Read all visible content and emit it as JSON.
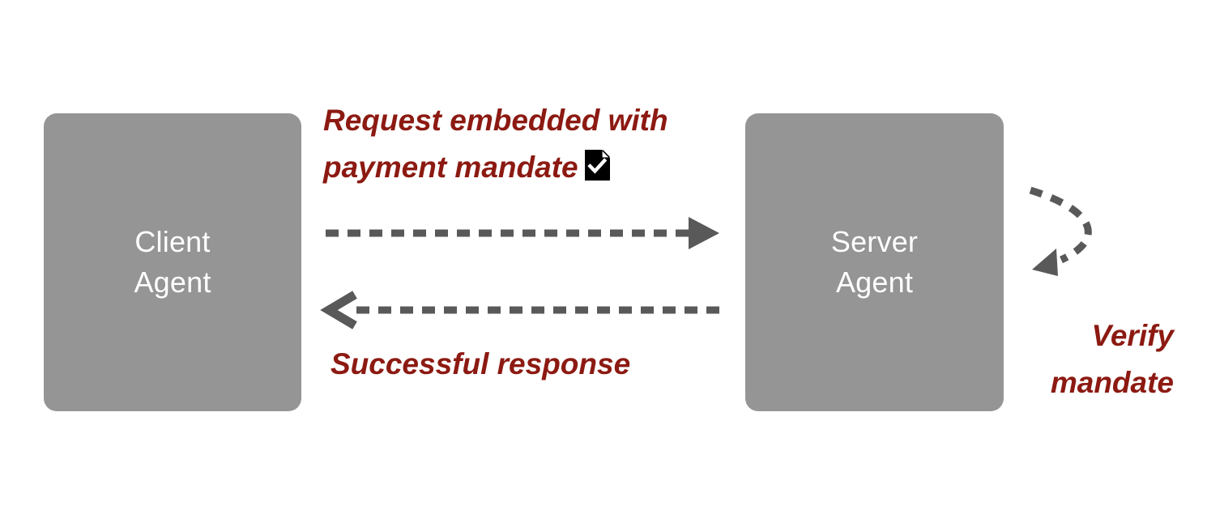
{
  "diagram": {
    "title": "Client Agent to Server Agent payment mandate flow",
    "background_color": "#ffffff",
    "box_color": "#959595",
    "box_text_color": "#ffffff",
    "caption_color": "#8C1A12",
    "arrow_color": "#595959"
  },
  "nodes": [
    {
      "id": "client",
      "label": "Client\nAgent"
    },
    {
      "id": "server",
      "label": "Server\nAgent"
    }
  ],
  "captions": {
    "request": "Request embedded with\npayment mandate",
    "response": "Successful response",
    "verify": "Verify\nmandate"
  },
  "icons": {
    "mandate_document": "document-check-icon"
  },
  "edges": [
    {
      "id": "request",
      "from": "client",
      "to": "server",
      "style": "dashed",
      "direction": "right",
      "arrowhead": "filled-triangle",
      "label": "Request embedded with payment mandate"
    },
    {
      "id": "response",
      "from": "server",
      "to": "client",
      "style": "dashed",
      "direction": "left",
      "arrowhead": "open-chevron",
      "label": "Successful response"
    },
    {
      "id": "verify",
      "from": "server",
      "to": "server",
      "style": "dashed-curved",
      "direction": "self-loop",
      "arrowhead": "filled-triangle",
      "label": "Verify mandate"
    }
  ]
}
